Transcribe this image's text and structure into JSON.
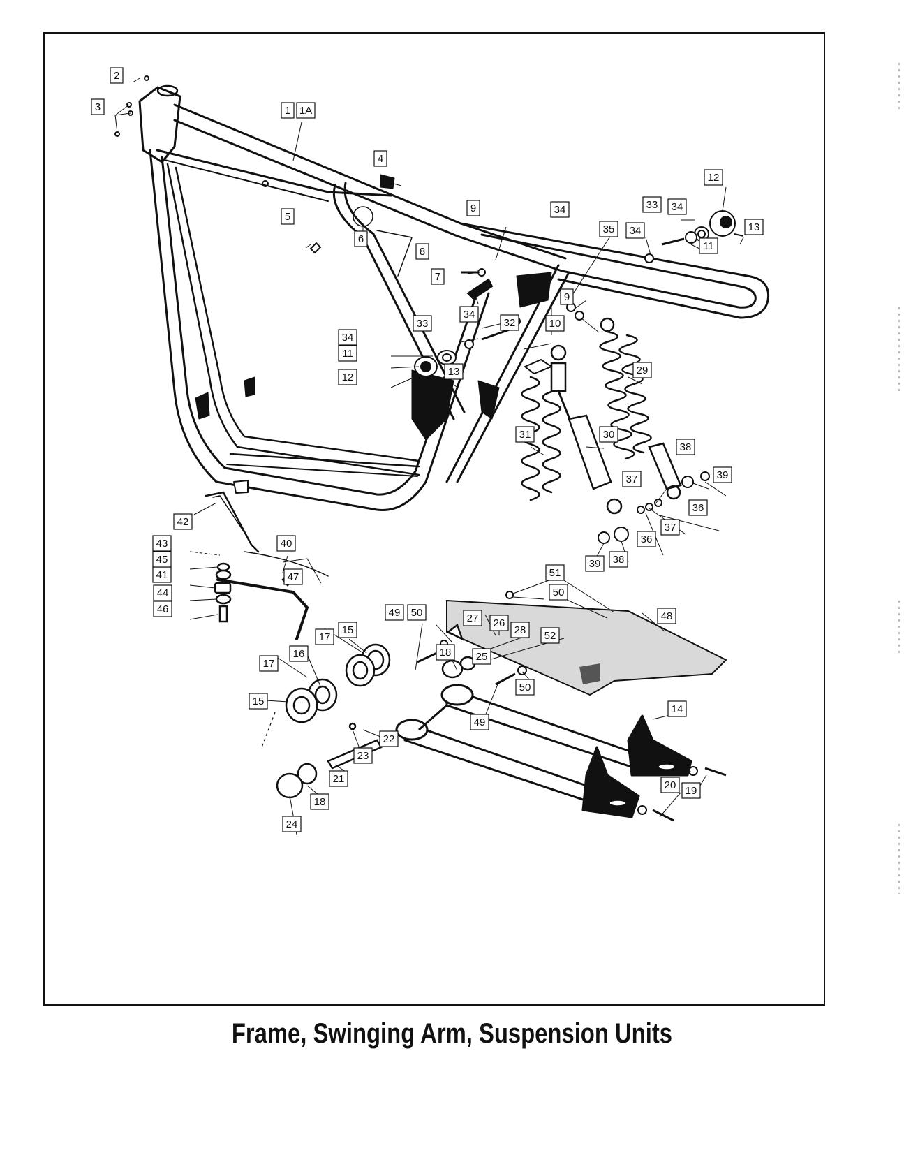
{
  "caption": "Frame, Swinging Arm, Suspension Units",
  "callouts": [
    {
      "id": "c1",
      "text": "1"
    },
    {
      "id": "c1a",
      "text": "1A"
    },
    {
      "id": "c2",
      "text": "2"
    },
    {
      "id": "c3",
      "text": "3"
    },
    {
      "id": "c4",
      "text": "4"
    },
    {
      "id": "c5",
      "text": "5"
    },
    {
      "id": "c6",
      "text": "6"
    },
    {
      "id": "c7",
      "text": "7"
    },
    {
      "id": "c8",
      "text": "8"
    },
    {
      "id": "c9a",
      "text": "9"
    },
    {
      "id": "c9b",
      "text": "9"
    },
    {
      "id": "c10",
      "text": "10"
    },
    {
      "id": "c11a",
      "text": "11"
    },
    {
      "id": "c11b",
      "text": "11"
    },
    {
      "id": "c12a",
      "text": "12"
    },
    {
      "id": "c12b",
      "text": "12"
    },
    {
      "id": "c13a",
      "text": "13"
    },
    {
      "id": "c13b",
      "text": "13"
    },
    {
      "id": "c14",
      "text": "14"
    },
    {
      "id": "c15a",
      "text": "15"
    },
    {
      "id": "c15b",
      "text": "15"
    },
    {
      "id": "c16",
      "text": "16"
    },
    {
      "id": "c17a",
      "text": "17"
    },
    {
      "id": "c17b",
      "text": "17"
    },
    {
      "id": "c18a",
      "text": "18"
    },
    {
      "id": "c18b",
      "text": "18"
    },
    {
      "id": "c19",
      "text": "19"
    },
    {
      "id": "c20",
      "text": "20"
    },
    {
      "id": "c21",
      "text": "21"
    },
    {
      "id": "c22",
      "text": "22"
    },
    {
      "id": "c23",
      "text": "23"
    },
    {
      "id": "c24",
      "text": "24"
    },
    {
      "id": "c25",
      "text": "25"
    },
    {
      "id": "c26",
      "text": "26"
    },
    {
      "id": "c27",
      "text": "27"
    },
    {
      "id": "c28",
      "text": "28"
    },
    {
      "id": "c29",
      "text": "29"
    },
    {
      "id": "c30",
      "text": "30"
    },
    {
      "id": "c31",
      "text": "31"
    },
    {
      "id": "c32",
      "text": "32"
    },
    {
      "id": "c33a",
      "text": "33"
    },
    {
      "id": "c33b",
      "text": "33"
    },
    {
      "id": "c34a",
      "text": "34"
    },
    {
      "id": "c34b",
      "text": "34"
    },
    {
      "id": "c34c",
      "text": "34"
    },
    {
      "id": "c34d",
      "text": "34"
    },
    {
      "id": "c34e",
      "text": "34"
    },
    {
      "id": "c35",
      "text": "35"
    },
    {
      "id": "c36a",
      "text": "36"
    },
    {
      "id": "c36b",
      "text": "36"
    },
    {
      "id": "c37a",
      "text": "37"
    },
    {
      "id": "c37b",
      "text": "37"
    },
    {
      "id": "c38a",
      "text": "38"
    },
    {
      "id": "c38b",
      "text": "38"
    },
    {
      "id": "c39a",
      "text": "39"
    },
    {
      "id": "c39b",
      "text": "39"
    },
    {
      "id": "c40",
      "text": "40"
    },
    {
      "id": "c41",
      "text": "41"
    },
    {
      "id": "c42",
      "text": "42"
    },
    {
      "id": "c43",
      "text": "43"
    },
    {
      "id": "c44",
      "text": "44"
    },
    {
      "id": "c45",
      "text": "45"
    },
    {
      "id": "c46",
      "text": "46"
    },
    {
      "id": "c47",
      "text": "47"
    },
    {
      "id": "c48",
      "text": "48"
    },
    {
      "id": "c49a",
      "text": "49"
    },
    {
      "id": "c49b",
      "text": "49"
    },
    {
      "id": "c50a",
      "text": "50"
    },
    {
      "id": "c50b",
      "text": "50"
    },
    {
      "id": "c50c",
      "text": "50"
    },
    {
      "id": "c51",
      "text": "51"
    },
    {
      "id": "c52",
      "text": "52"
    }
  ]
}
